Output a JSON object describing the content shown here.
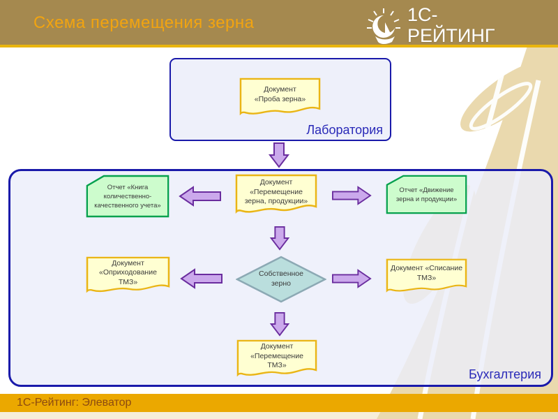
{
  "colors": {
    "header_bg": "#a5894f",
    "title_color": "#f2a410",
    "gold_line": "#e9b50e",
    "footer_bg": "#eba800",
    "footer_text": "#8c4a10",
    "bottom_strip": "#f7eed9",
    "box_fill": "#eef0fa",
    "box_border": "#1a1aaa",
    "label_blue": "#2a2ab8",
    "doc_fill": "#ffffd2",
    "doc_border": "#eab515",
    "report_fill": "#cdfccd",
    "report_border": "#06a14e",
    "diamond_fill": "#badedd",
    "diamond_border": "#8ca9b4",
    "arrow_fill": "#cba9ec",
    "arrow_border": "#6a2d9e",
    "watermark_tan": "#ead9ae"
  },
  "header": {
    "title": "Схема перемещения зерна",
    "logo_line1": "1С-",
    "logo_line2": "РЕЙТИНГ",
    "logo_icon": "sun-crescent-ship-emblem"
  },
  "footer": {
    "text": "1С-Рейтинг: Элеватор"
  },
  "diagram": {
    "lab_section": {
      "label": "Лаборатория",
      "doc_proba": "Документ\n«Проба зерна»"
    },
    "accounting_section": {
      "label": "Бухгалтерия",
      "report_kniga": "Отчет «Книга\nколичественно-\nкачественного учета»",
      "doc_peremeshenie_zerna": "Документ\n«Перемещение\nзерна, продукции»",
      "report_dvizhenie": "Отчет «Движение\nзерна и продукции»",
      "doc_oprihodovanie": "Документ\n«Оприходование\nТМЗ»",
      "decision_sobstvennoe": "Собственное\nзерно",
      "doc_spisanie": "Документ «Списание\nТМЗ»",
      "doc_peremeshenie_tmz": "Документ\n«Перемещение\nТМЗ»"
    }
  }
}
